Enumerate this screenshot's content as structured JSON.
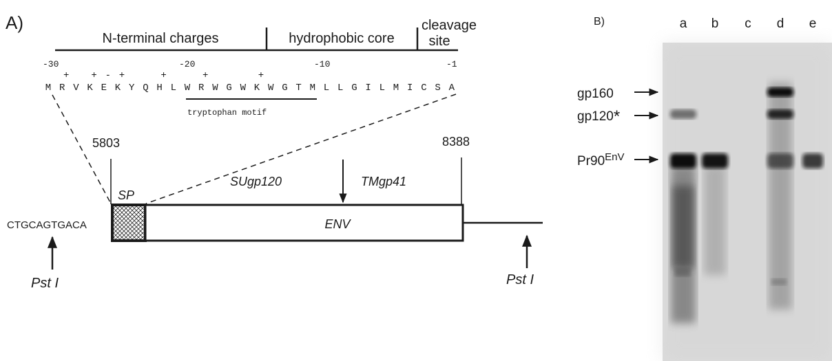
{
  "panel_a": {
    "label": "A)",
    "regions": {
      "n_terminal": "N-terminal charges",
      "hydrophobic": "hydrophobic core",
      "cleavage_1": "cleavage",
      "cleavage_2": "site"
    },
    "positions": {
      "p30": "-30",
      "p20": "-20",
      "p10": "-10",
      "p1": "-1"
    },
    "sequence": [
      "M",
      "R",
      "V",
      "K",
      "E",
      "K",
      "Y",
      "Q",
      "H",
      "L",
      "W",
      "R",
      "W",
      "G",
      "W",
      "K",
      "W",
      "G",
      "T",
      "M",
      "L",
      "L",
      "G",
      "I",
      "L",
      "M",
      "I",
      "C",
      "S",
      "A"
    ],
    "charges": [
      "",
      "+",
      "",
      "+",
      "-",
      "+",
      "",
      "",
      "+",
      "",
      "",
      "+",
      "",
      "",
      "",
      "+",
      "",
      "",
      "",
      "",
      "",
      "",
      "",
      "",
      "",
      "",
      "",
      "",
      "",
      ""
    ],
    "motif_label": "tryptophan motif",
    "coords": {
      "start": "5803",
      "end": "8388"
    },
    "gene": {
      "upstream_seq": "CTGCAGTGACA",
      "sp": "SP",
      "su": "SUgp120",
      "tm": "TMgp41",
      "env": "ENV"
    },
    "sites": {
      "left": "Pst I",
      "right": "Pst I"
    }
  },
  "panel_b": {
    "label": "B)",
    "lanes": [
      "a",
      "b",
      "c",
      "d",
      "e"
    ],
    "markers": [
      {
        "name": "gp160",
        "suffix": ""
      },
      {
        "name": "gp120",
        "suffix": "*"
      },
      {
        "name": "Pr90",
        "suffix": "EnV"
      }
    ],
    "band_intensity": {
      "a": [
        0.0,
        0.35,
        1.0
      ],
      "b": [
        0.0,
        0.0,
        0.95
      ],
      "c": [
        0.0,
        0.0,
        0.0
      ],
      "d": [
        1.0,
        0.8,
        0.45
      ],
      "e": [
        0.0,
        0.0,
        0.7
      ]
    }
  }
}
